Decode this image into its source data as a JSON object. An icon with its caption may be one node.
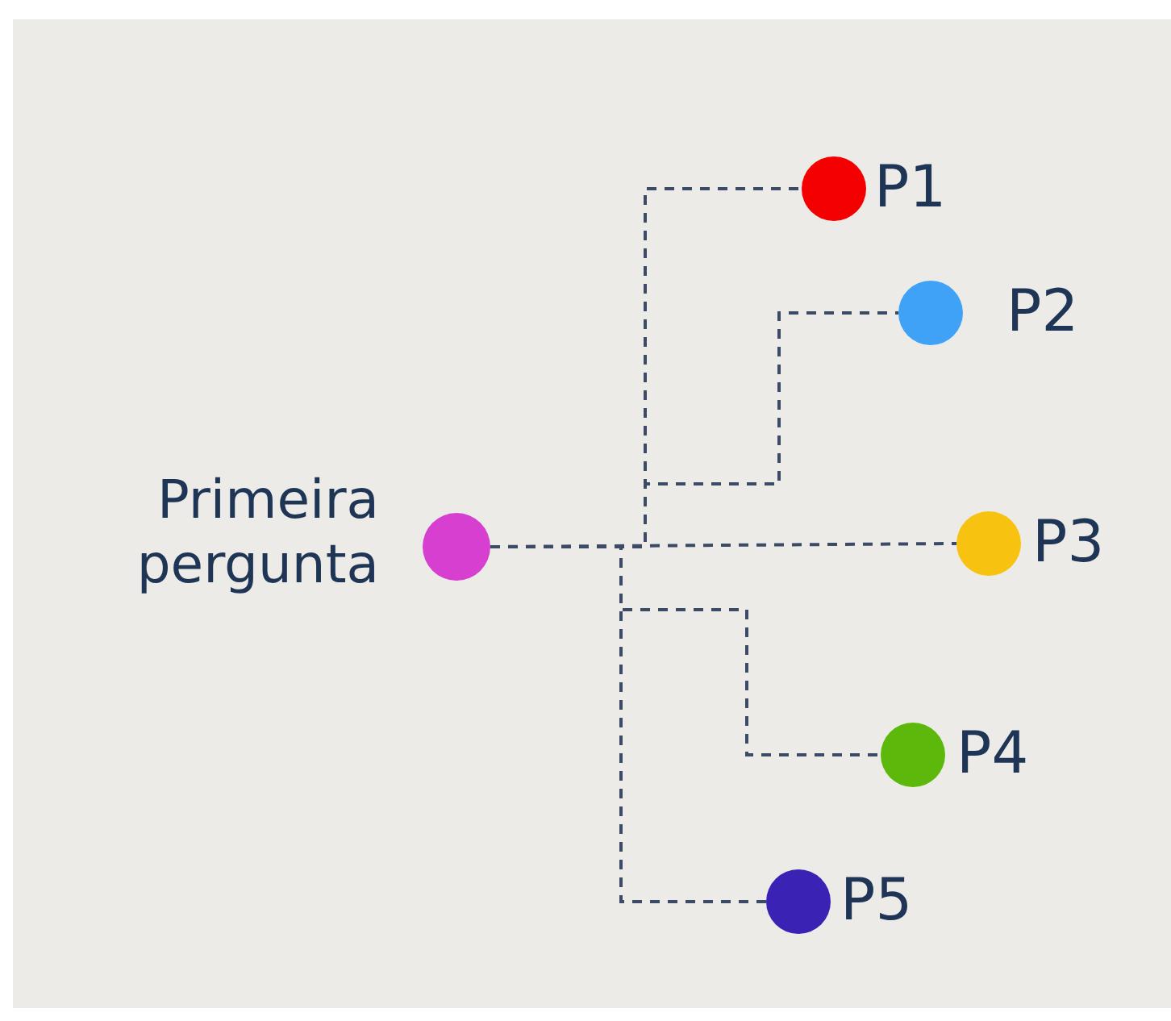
{
  "diagram": {
    "nodes": [
      {
        "text": [],
        "shape": "circle",
        "beside": [
          "Primeira pergunta"
        ]
      },
      {
        "text": [],
        "shape": "circle",
        "beside": [
          "P1"
        ]
      },
      {
        "text": [],
        "shape": "circle",
        "beside": [
          "P2"
        ]
      },
      {
        "text": [],
        "shape": "circle",
        "beside": [
          "P3"
        ]
      },
      {
        "text": [],
        "shape": "circle",
        "beside": [
          "P4"
        ]
      },
      {
        "text": [],
        "shape": "circle",
        "beside": [
          "P5"
        ]
      }
    ],
    "edges": [
      {
        "from": 0,
        "to": 1,
        "arrow": "none",
        "style": "dashed"
      },
      {
        "from": 0,
        "to": 2,
        "arrow": "none",
        "style": "dashed"
      },
      {
        "from": 0,
        "to": 3,
        "arrow": "none",
        "style": "dashed"
      },
      {
        "from": 0,
        "to": 4,
        "arrow": "none",
        "style": "dashed"
      },
      {
        "from": 0,
        "to": 5,
        "arrow": "none",
        "style": "dashed"
      }
    ]
  }
}
